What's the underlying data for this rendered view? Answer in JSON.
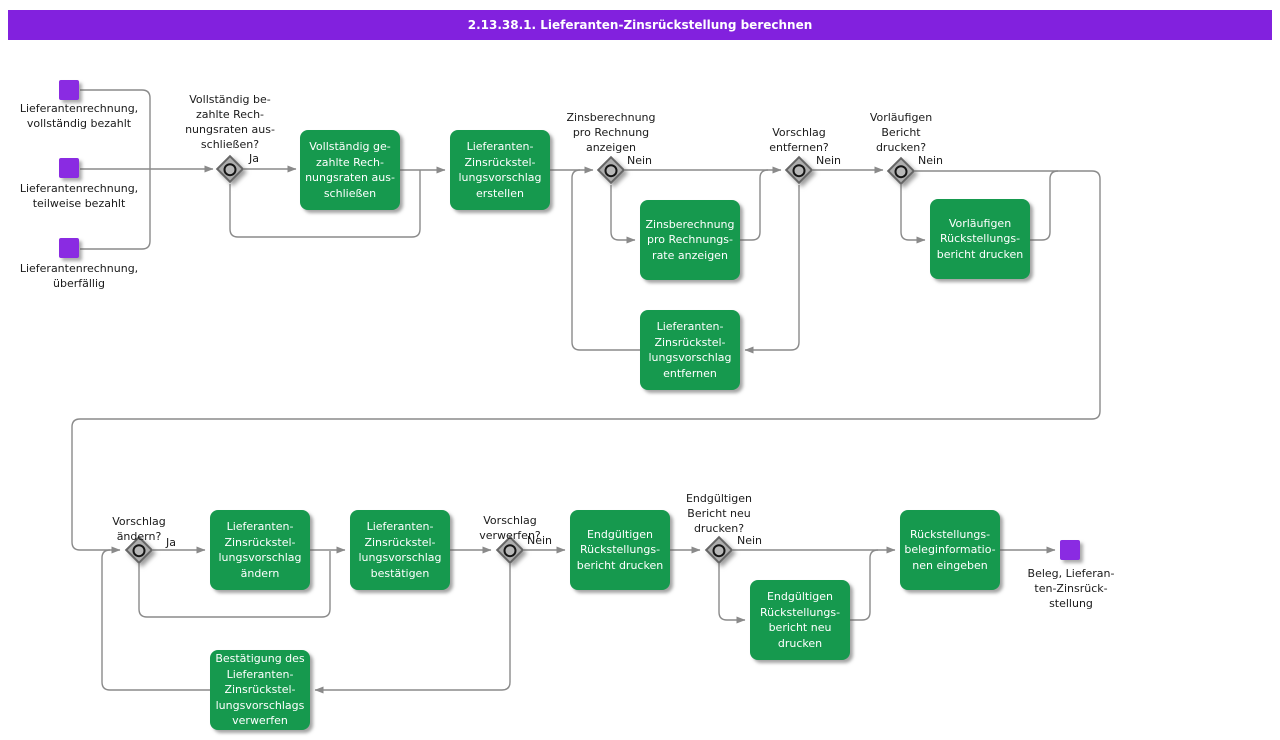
{
  "title_bar": {
    "text": "2.13.38.1. Lieferanten-Zinsrückstellung berechnen",
    "bg_color": "#8221DE",
    "text_color": "#FFFFFF"
  },
  "colors": {
    "task_fill": "#16994E",
    "task_text": "#FFFFFF",
    "event_fill": "#8A2BE2",
    "connector": "#8A8A8A",
    "gateway_fill": "#AEAEAE",
    "gateway_border": "#666666",
    "label_text": "#1A1A1A"
  },
  "start_events": [
    {
      "label": "Lieferantenrechnung,\nvollständig bezahlt"
    },
    {
      "label": "Lieferantenrechnung,\nteilweise bezahlt"
    },
    {
      "label": "Lieferantenrechnung,\nüberfällig"
    }
  ],
  "end_event": {
    "label": "Beleg, Lieferan-\nten-Zinsrück-\nstellung"
  },
  "gateways": [
    {
      "question": "Vollständig be-\nzahlte Rech-\nnungsraten aus-\nschließen?",
      "answer": "Ja"
    },
    {
      "question": "Zinsberechnung\npro Rechnung\nanzeigen",
      "answer": "Nein"
    },
    {
      "question": "Vorschlag\nentfernen?",
      "answer": "Nein"
    },
    {
      "question": "Vorläufigen\nBericht\ndrucken?",
      "answer": "Nein"
    },
    {
      "question": "Vorschlag\nändern?",
      "answer": "Ja"
    },
    {
      "question": "Vorschlag\nverwerfen?",
      "answer": "Nein"
    },
    {
      "question": "Endgültigen\nBericht neu\ndrucken?",
      "answer": "Nein"
    }
  ],
  "tasks": [
    {
      "label": "Vollständig ge-\nzahlte Rech-\nnungsraten aus-\nschließen"
    },
    {
      "label": "Lieferanten-\nZinsrückstel-\nlungsvorschlag\nerstellen"
    },
    {
      "label": "Zinsberechnung\npro Rechnungs-\nrate anzeigen"
    },
    {
      "label": "Lieferanten-\nZinsrückstel-\nlungsvorschlag\nentfernen"
    },
    {
      "label": "Vorläufigen\nRückstellungs-\nbericht drucken"
    },
    {
      "label": "Lieferanten-\nZinsrückstel-\nlungsvorschlag\nändern"
    },
    {
      "label": "Lieferanten-\nZinsrückstel-\nlungsvorschlag\nbestätigen"
    },
    {
      "label": "Endgültigen\nRückstellungs-\nbericht drucken"
    },
    {
      "label": "Bestätigung des\nLieferanten-\nZinsrückstel-\nlungsvorschlags\nverwerfen"
    },
    {
      "label": "Endgültigen\nRückstellungs-\nbericht neu\ndrucken"
    },
    {
      "label": "Rückstellungs-\nbeleginformatio-\nnen eingeben"
    }
  ]
}
